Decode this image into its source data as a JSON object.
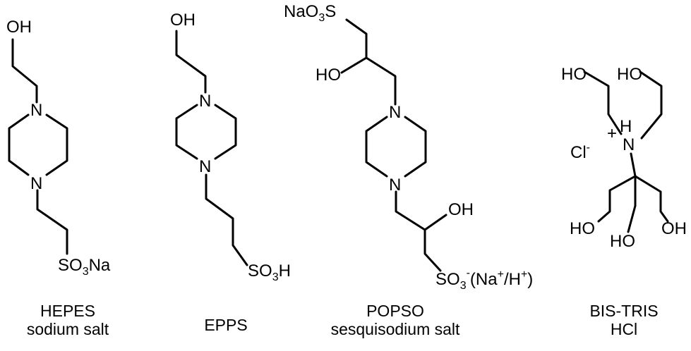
{
  "molecules": [
    {
      "id": "hepes",
      "caption_line1": "HEPES",
      "caption_line2": "sodium salt",
      "oh": "OH",
      "n_top": "N",
      "n_bottom": "N",
      "sulfo_main": "SO",
      "sulfo_sub": "3",
      "sulfo_tail": "Na"
    },
    {
      "id": "epps",
      "caption_line1": "EPPS",
      "oh": "OH",
      "n_top": "N",
      "n_bottom": "N",
      "sulfo_main": "SO",
      "sulfo_sub": "3",
      "sulfo_tail": "H"
    },
    {
      "id": "popso",
      "caption_line1": "POPSO",
      "caption_line2": "sesquisodium salt",
      "top_group_main": "NaO",
      "top_group_sub": "3",
      "top_group_tail": "S",
      "ho": "HO",
      "n_top": "N",
      "n_bottom": "N",
      "oh": "OH",
      "sulfo_main": "SO",
      "sulfo_sub": "3",
      "sulfo_sup": "-",
      "counter_open": "(Na",
      "counter_sup1": "+",
      "counter_mid": "/H",
      "counter_sup2": "+",
      "counter_close": ")"
    },
    {
      "id": "bistris",
      "caption_line1": "BIS-TRIS",
      "caption_line2": "HCl",
      "ho_left": "HO",
      "ho_right": "HO",
      "h": "H",
      "n": "N",
      "plus": "+",
      "cl": "Cl",
      "cl_sup": "-",
      "ho_bottom_left": "HO",
      "ho_bottom_mid": "HO",
      "oh_bottom_right": "OH"
    }
  ]
}
